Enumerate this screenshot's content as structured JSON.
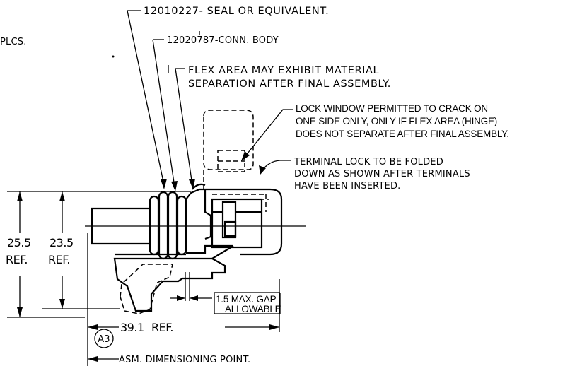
{
  "notes": {
    "plcs": "PLCS.",
    "seal": "12010227- SEAL  OR  EQUIVALENT.",
    "conn_body": "12020787-CONN. BODY",
    "flex_line1": "FLEX AREA MAY EXHIBIT MATERIAL",
    "flex_line2": "SEPARATION  AFTER FINAL ASSEMBLY.",
    "lock_window_line1": "LOCK WINDOW PERMITTED TO CRACK ON",
    "lock_window_line2": "ONE SIDE ONLY, ONLY IF FLEX AREA (HINGE)",
    "lock_window_line3": "DOES NOT SEPARATE AFTER FINAL ASSEMBLY.",
    "terminal_line1": "TERMINAL LOCK TO BE FOLDED",
    "terminal_line2": "DOWN  AS SHOWN AFTER TERMINALS",
    "terminal_line3": "HAVE  BEEN  INSERTED.",
    "gap_line1": "1.5 MAX. GAP",
    "gap_line2": "ALLOWABLE",
    "asm_point": "ASM.  DIMENSIONING  POINT."
  },
  "dimensions": {
    "dim_25_5": "25.5",
    "dim_25_5_ref": "REF.",
    "dim_23_5": "23.5",
    "dim_23_5_ref": "REF.",
    "dim_39_1": "39.1",
    "dim_39_1_ref": "REF."
  },
  "callout": "A3"
}
